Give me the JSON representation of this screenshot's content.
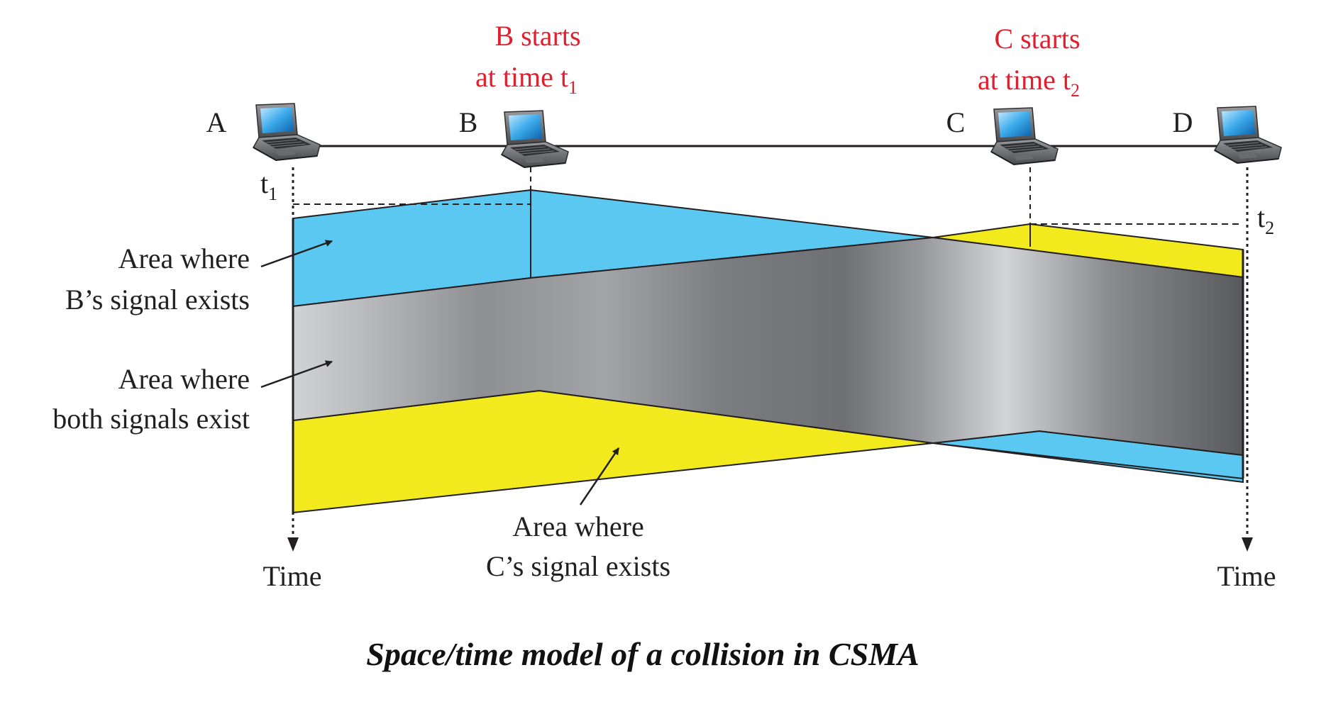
{
  "stations": [
    {
      "name": "A"
    },
    {
      "name": "B"
    },
    {
      "name": "C"
    },
    {
      "name": "D"
    }
  ],
  "events": {
    "b_start_line1": "B starts",
    "b_start_line2": "at time t",
    "b_start_sub": "1",
    "c_start_line1": "C starts",
    "c_start_line2": "at time t",
    "c_start_sub": "2"
  },
  "time_markers": {
    "t1_base": "t",
    "t1_sub": "1",
    "t2_base": "t",
    "t2_sub": "2"
  },
  "axis": {
    "left_time": "Time",
    "right_time": "Time"
  },
  "areas": {
    "b_signal_line1": "Area where",
    "b_signal_line2": "B’s signal exists",
    "both_line1": "Area where",
    "both_line2": "both signals exist",
    "c_signal_line1": "Area where",
    "c_signal_line2": "C’s signal exists"
  },
  "caption": "Space/time model of a collision in CSMA",
  "colors": {
    "b_signal": "#5bc8f2",
    "c_signal": "#f2ea1c",
    "event_text": "#e0202e",
    "line": "#231f20"
  },
  "icons": [
    "laptop-icon"
  ]
}
